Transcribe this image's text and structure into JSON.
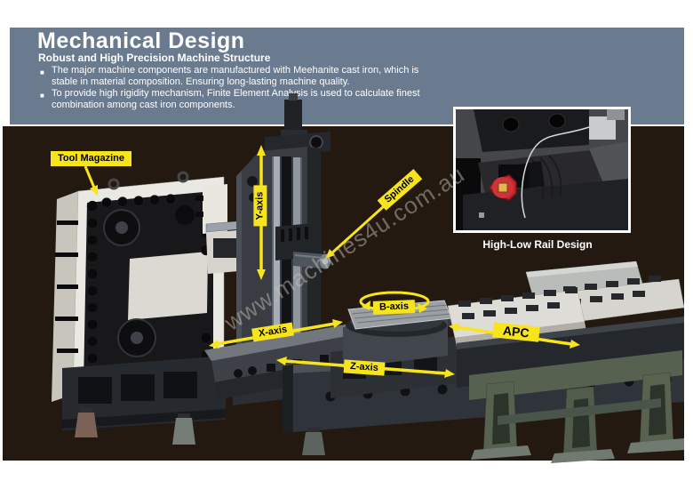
{
  "header": {
    "title": "Mechanical Design",
    "subtitle": "Robust and High Precision Machine Structure",
    "bullet_char": "■",
    "bullets": [
      {
        "lines": [
          "The major machine components are manufactured with Meehanite cast  iron, which is",
          "stable in material composition.  Ensuring long-lasting machine quality."
        ]
      },
      {
        "lines": [
          "To provide high rigidity mechanism, Finite Element Analysis is used to calculate finest",
          "combination among cast iron components."
        ]
      }
    ],
    "band_color": "#6a7b90",
    "text_color": "#ffffff"
  },
  "photo": {
    "background_color": "#231911",
    "watermark": "www.machines4u.com.au",
    "label_bg_color": "#f8e41a",
    "label_text_color": "#000000",
    "labels": {
      "tool_magazine": "Tool Magazine",
      "y_axis": "Y-axis",
      "spindle": "Spindle",
      "b_axis": "B-axis",
      "x_axis": "X-axis",
      "z_axis": "Z-axis",
      "apc": "APC"
    }
  },
  "inset": {
    "caption": "High-Low Rail Design",
    "border_color": "#ffffff",
    "highlight_color": "#c4252b"
  }
}
